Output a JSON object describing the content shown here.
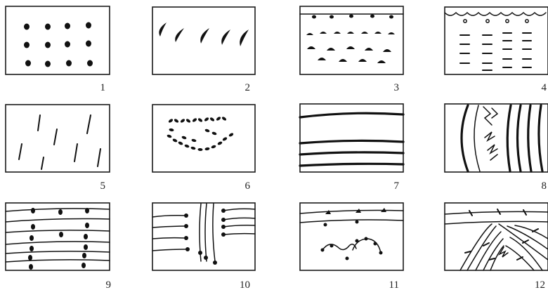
{
  "panels": [
    {
      "number": "1",
      "name": "round-spots"
    },
    {
      "number": "2",
      "name": "crescent-marks"
    },
    {
      "number": "3",
      "name": "arc-marks-below-line"
    },
    {
      "number": "4",
      "name": "wavy-top-circles-dashes"
    },
    {
      "number": "5",
      "name": "scattered-slashes"
    },
    {
      "number": "6",
      "name": "leaf-chain-loop"
    },
    {
      "number": "7",
      "name": "horizontal-bands"
    },
    {
      "number": "8",
      "name": "curved-bands-zigzag"
    },
    {
      "number": "9",
      "name": "lines-with-dots"
    },
    {
      "number": "10",
      "name": "lines-with-end-dots"
    },
    {
      "number": "11",
      "name": "thorned-lines-squiggles"
    },
    {
      "number": "12",
      "name": "arch-lines-with-ticks"
    }
  ],
  "colors": {
    "ink": "#111111",
    "background": "#ffffff"
  }
}
